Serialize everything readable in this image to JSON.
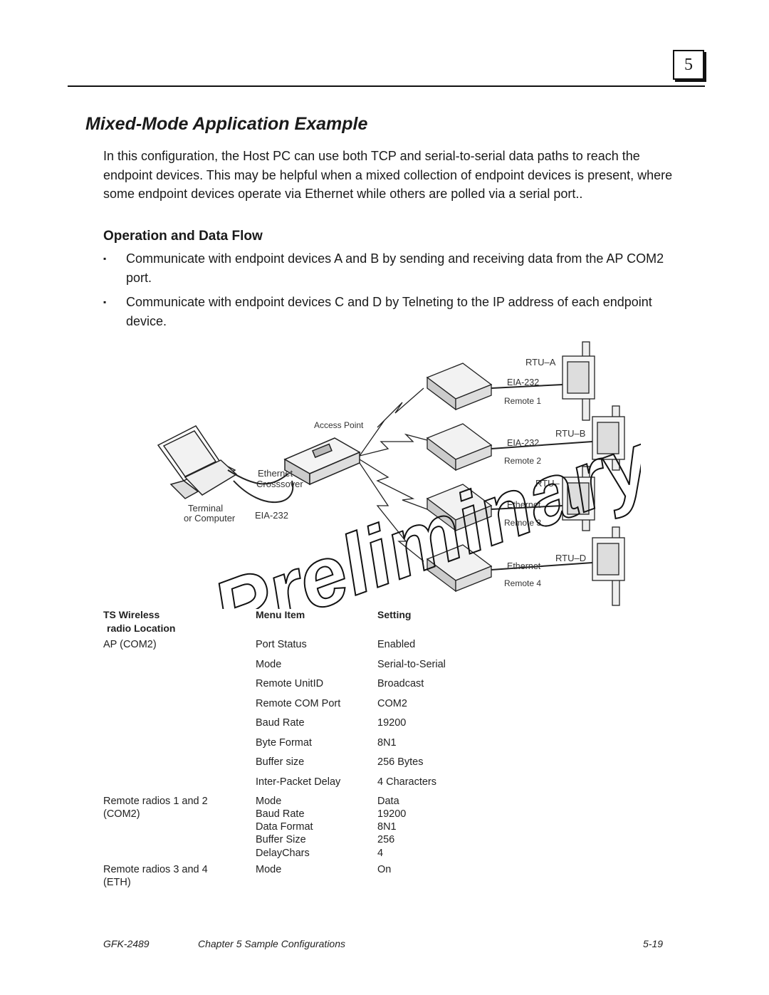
{
  "chapter_number": "5",
  "title": "Mixed-Mode Application Example",
  "intro": "In this configuration, the Host PC can use both TCP and serial-to-serial data paths to reach the endpoint devices. This may be helpful when a mixed collection of endpoint devices is present, where some endpoint devices operate via Ethernet while others are polled via a serial port..",
  "section_heading": "Operation and Data Flow",
  "bullets": [
    "Communicate with endpoint devices A and B by sending and receiving data from the AP COM2 port.",
    "Communicate with endpoint devices C and D by Telneting to the IP address of each endpoint device."
  ],
  "diagram": {
    "terminal_label_1": "Terminal",
    "terminal_label_2": "or Computer",
    "access_point": "Access Point",
    "ethernet_crossover_1": "Ethernet",
    "ethernet_crossover_2": "Crosssover",
    "eia232_ap": "EIA-232",
    "watermark": "Preliminary",
    "remotes": [
      {
        "rtu": "RTU–A",
        "link": "EIA-232",
        "name": "Remote 1"
      },
      {
        "rtu": "RTU–B",
        "link": "EIA-232",
        "name": "Remote 2"
      },
      {
        "rtu": "RTU–",
        "link": "Ethernet",
        "name": "Remote 3"
      },
      {
        "rtu": "RTU–D",
        "link": "Ethernet",
        "name": "Remote 4"
      }
    ]
  },
  "table": {
    "headers": [
      "TS Wireless radio Location",
      "Menu Item",
      "Setting"
    ],
    "header_col1_line1": "TS Wireless",
    "header_col1_line2": "radio Location",
    "rows": [
      [
        "AP (COM2)",
        "Port Status",
        "Enabled"
      ],
      [
        "",
        "Mode",
        "Serial-to-Serial"
      ],
      [
        "",
        "Remote UnitID",
        "Broadcast"
      ],
      [
        "",
        "Remote COM Port",
        "COM2"
      ],
      [
        "",
        "Baud Rate",
        "19200"
      ],
      [
        "",
        "Byte Format",
        "8N1"
      ],
      [
        "",
        "Buffer size",
        "256 Bytes"
      ],
      [
        "",
        "Inter-Packet Delay",
        "4 Characters"
      ],
      [
        "Remote radios 1 and 2",
        "Mode",
        "Data"
      ],
      [
        "(COM2)",
        "Baud Rate",
        "19200"
      ],
      [
        "",
        "Data Format",
        "8N1"
      ],
      [
        "",
        "Buffer Size",
        "256"
      ],
      [
        "",
        "DelayChars",
        "4"
      ],
      [
        "Remote radios 3 and 4",
        "Mode",
        "On"
      ],
      [
        "(ETH)",
        "",
        ""
      ]
    ]
  },
  "footer": {
    "doc_id": "GFK-2489",
    "chapter": "Chapter 5  Sample Configurations",
    "page": "5-19"
  }
}
